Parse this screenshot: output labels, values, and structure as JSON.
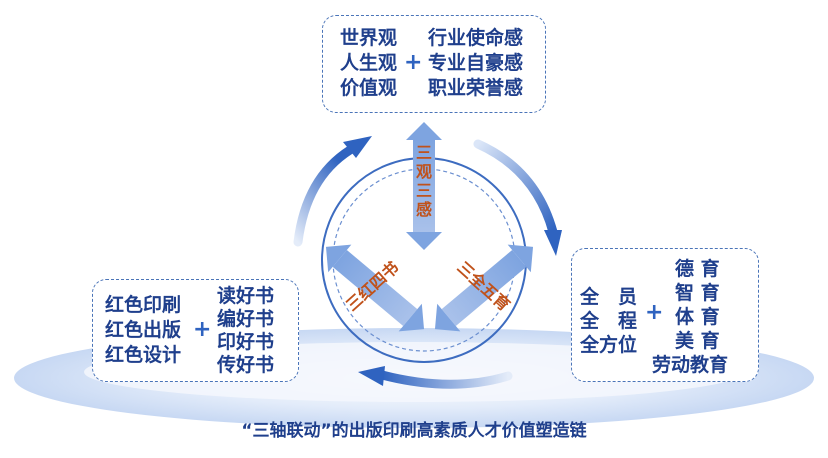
{
  "top_box": {
    "left_lines": [
      "世界观",
      "人生观",
      "价值观"
    ],
    "plus": "+",
    "right_lines": [
      "行业使命感",
      "专业自豪感",
      "职业荣誉感"
    ]
  },
  "left_box": {
    "left_lines": [
      "红色印刷",
      "红色出版",
      "红色设计"
    ],
    "plus": "+",
    "right_lines": [
      "读好书",
      "编好书",
      "印好书",
      "传好书"
    ]
  },
  "right_box": {
    "left_lines": [
      "全　员",
      "全　程",
      "全方位"
    ],
    "plus": "+",
    "right_lines": [
      "德 育",
      "智 育",
      "体 育",
      "美 育",
      "劳动教育"
    ]
  },
  "axes": {
    "top": "三观三感",
    "left": "三红四书",
    "right": "三全五育"
  },
  "caption": "“三轴联动”的出版印刷高素质人才价值塑造链",
  "colors": {
    "primary_blue": "#2f63c0",
    "text_blue": "#1f3f8c",
    "axis_label": "#c0521b",
    "arrow_light": "#a9c1ea"
  }
}
